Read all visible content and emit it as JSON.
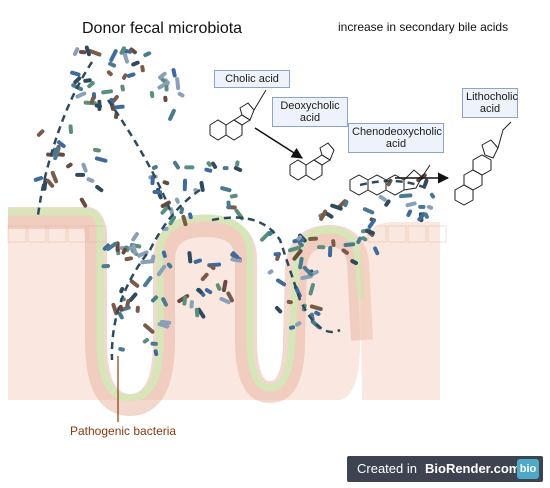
{
  "title": "Donor fecal microbiota",
  "subtitle": "increase in secondary bile acids",
  "bile_acids": [
    {
      "name": "Cholic acid"
    },
    {
      "name": "Deoxycholic acid"
    },
    {
      "name": "Chenodeoxycholic acid"
    },
    {
      "name": "Lithocholic acid"
    }
  ],
  "labels": {
    "pathogen": "Pathogenic bacteria"
  },
  "badge": {
    "prefix": "Created in ",
    "brand": "BioRender.com",
    "logo": "bio"
  },
  "colors": {
    "bacteria": [
      "#2f4a5c",
      "#5b8e7d",
      "#6a4a3c",
      "#3f6aa0",
      "#8aa0b8",
      "#4a7a90",
      "#7a5a48"
    ],
    "villus_tissue": "#f3c9b8",
    "mucus_layer": "#dfe9c6",
    "pathogen_label": "#8a3a10"
  }
}
